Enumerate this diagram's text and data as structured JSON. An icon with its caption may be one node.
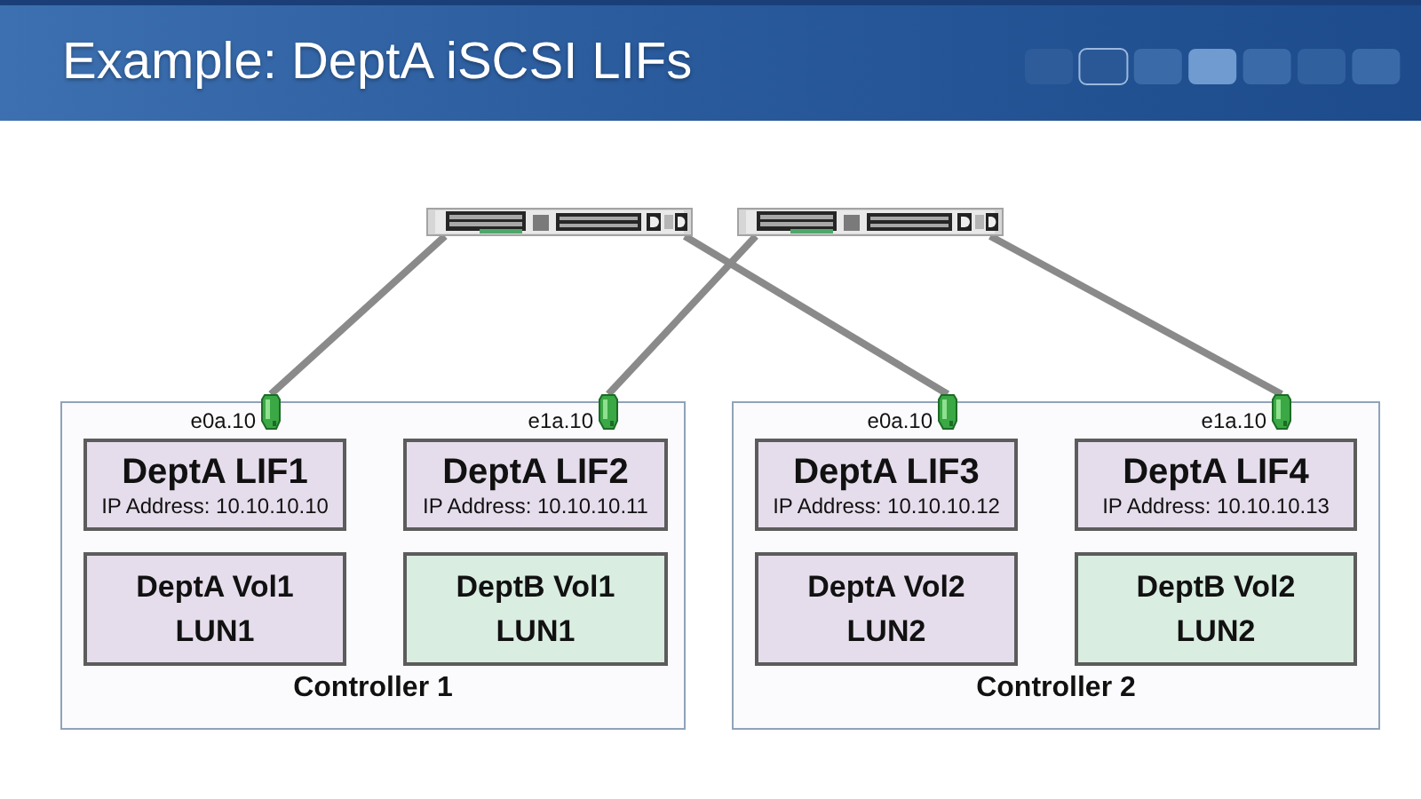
{
  "diagram": {
    "title": "Example: DeptA iSCSI LIFs",
    "nodes": [
      {
        "text": [],
        "shape": "picture"
      },
      {
        "text": [],
        "shape": "picture"
      },
      {
        "text": [
          "Controller 1"
        ]
      },
      {
        "text": [],
        "shape": "picture",
        "in": 2,
        "beside": [
          "e0a.10"
        ]
      },
      {
        "text": [],
        "shape": "picture",
        "in": 2,
        "beside": [
          "e1a.10"
        ]
      },
      {
        "text": [
          "DeptA LIF1",
          "IP Address: 10.10.10.10"
        ],
        "in": 2
      },
      {
        "text": [
          "DeptA LIF2",
          "IP Address: 10.10.10.11"
        ],
        "in": 2
      },
      {
        "text": [
          "DeptA Vol1 LUN1"
        ],
        "in": 2
      },
      {
        "text": [
          "DeptB Vol1 LUN1"
        ],
        "in": 2
      },
      {
        "text": [
          "Controller 2"
        ]
      },
      {
        "text": [],
        "shape": "picture",
        "in": 9,
        "beside": [
          "e0a.10"
        ]
      },
      {
        "text": [],
        "shape": "picture",
        "in": 9,
        "beside": [
          "e1a.10"
        ]
      },
      {
        "text": [
          "DeptA LIF3",
          "IP Address: 10.10.10.12"
        ],
        "in": 9
      },
      {
        "text": [
          "DeptA LIF4",
          "IP Address: 10.10.10.13"
        ],
        "in": 9
      },
      {
        "text": [
          "DeptA Vol2 LUN2"
        ],
        "in": 9
      },
      {
        "text": [
          "DeptB Vol2 LUN2"
        ],
        "in": 9
      }
    ],
    "edges": [
      {
        "from": 0,
        "to": 3,
        "arrow": "none"
      },
      {
        "from": 0,
        "to": 10,
        "arrow": "none"
      },
      {
        "from": 1,
        "to": 4,
        "arrow": "none"
      },
      {
        "from": 1,
        "to": 11,
        "arrow": "none"
      }
    ]
  }
}
